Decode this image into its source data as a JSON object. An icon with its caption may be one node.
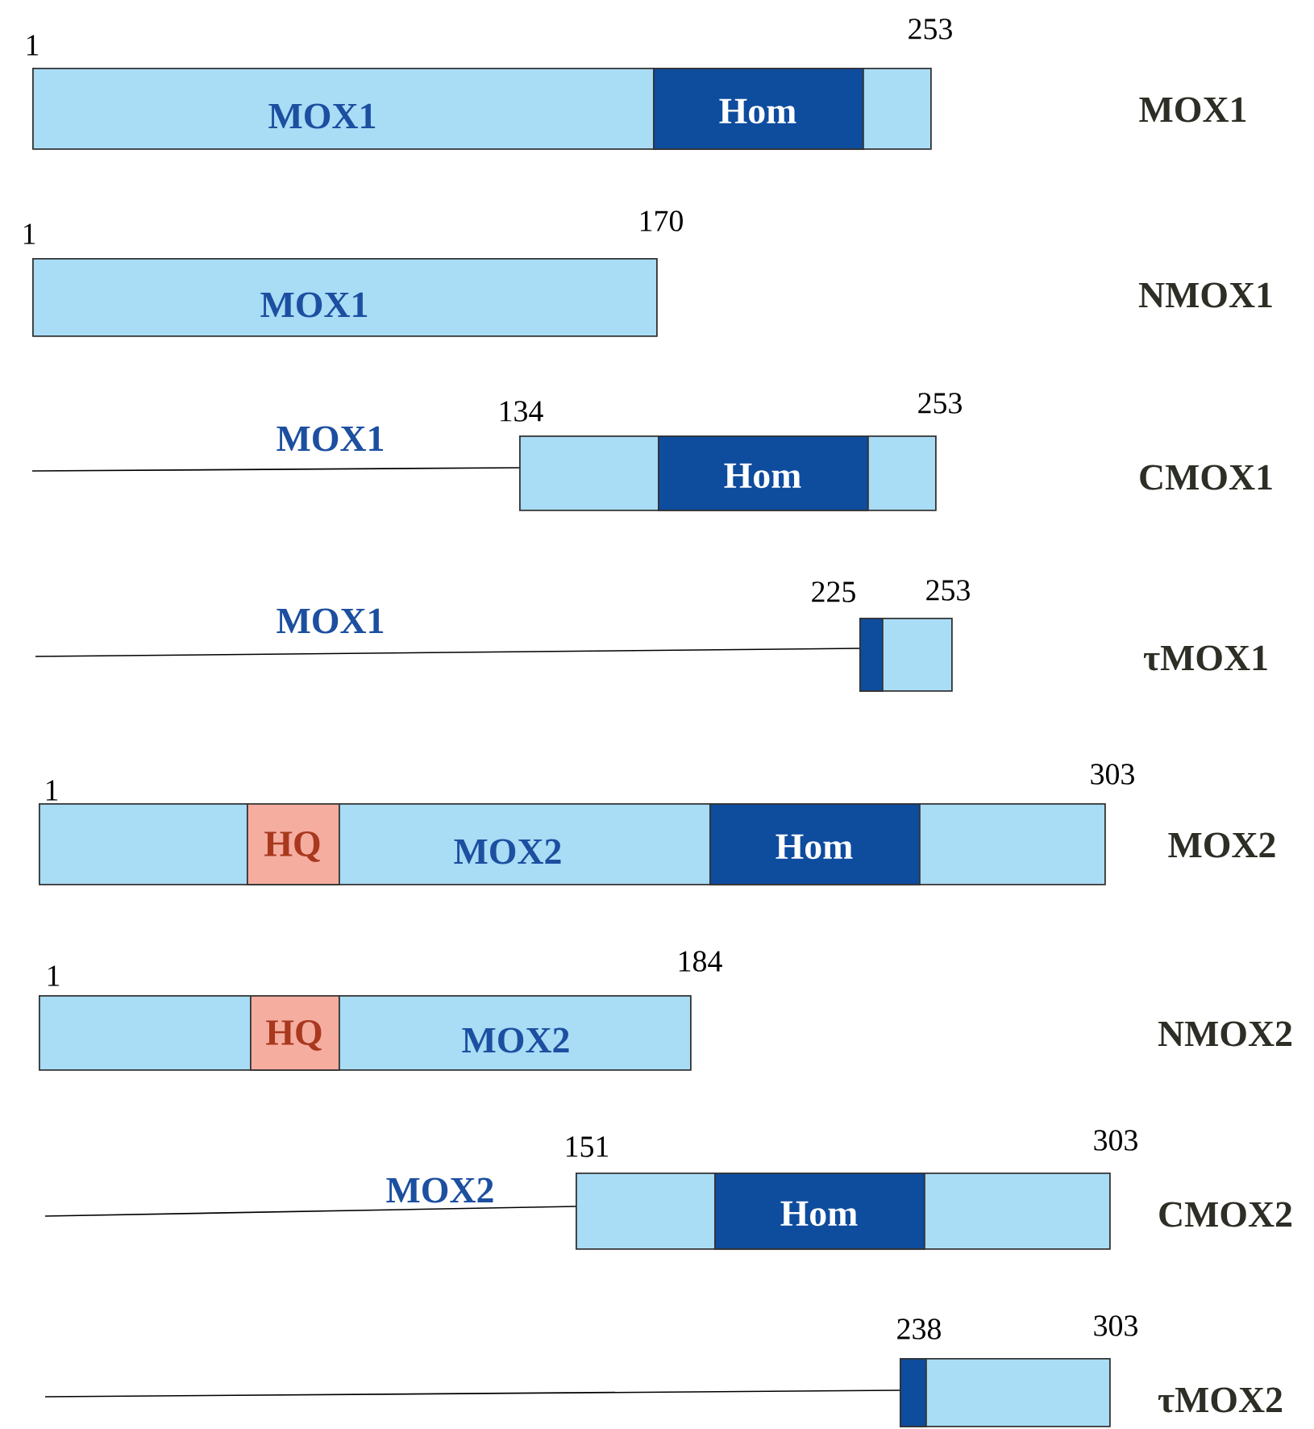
{
  "diagram": {
    "nodes": [
      {
        "text": [
          "MOX1"
        ]
      },
      {
        "text": [
          "Hom"
        ],
        "in": 0
      },
      {
        "text": [
          "MOX1"
        ]
      },
      {
        "text": [],
        "shape": "box"
      },
      {
        "text": [
          "Hom"
        ],
        "in": 3
      },
      {
        "text": [],
        "shape": "box"
      },
      {
        "text": [],
        "shape": "box",
        "in": 5
      },
      {
        "text": [
          "MOX2"
        ]
      },
      {
        "text": [
          "HQ"
        ],
        "in": 7
      },
      {
        "text": [
          "Hom"
        ],
        "in": 7
      },
      {
        "text": [
          "MOX2"
        ]
      },
      {
        "text": [
          "HQ"
        ],
        "in": 10
      },
      {
        "text": [],
        "shape": "box"
      },
      {
        "text": [
          "Hom"
        ],
        "in": 12
      },
      {
        "text": [],
        "shape": "box"
      },
      {
        "text": [],
        "shape": "box",
        "in": 14
      }
    ],
    "labels": [
      "1",
      "253",
      "MOX1",
      "1",
      "170",
      "NMOX1",
      "MOX1",
      "134",
      "253",
      "CMOX1",
      "MOX1",
      "225",
      "253",
      "τMOX1",
      "1",
      "303",
      "MOX2",
      "1",
      "184",
      "NMOX2",
      "MOX2",
      "151",
      "303",
      "CMOX2",
      "238",
      "303",
      "τMOX2"
    ]
  }
}
